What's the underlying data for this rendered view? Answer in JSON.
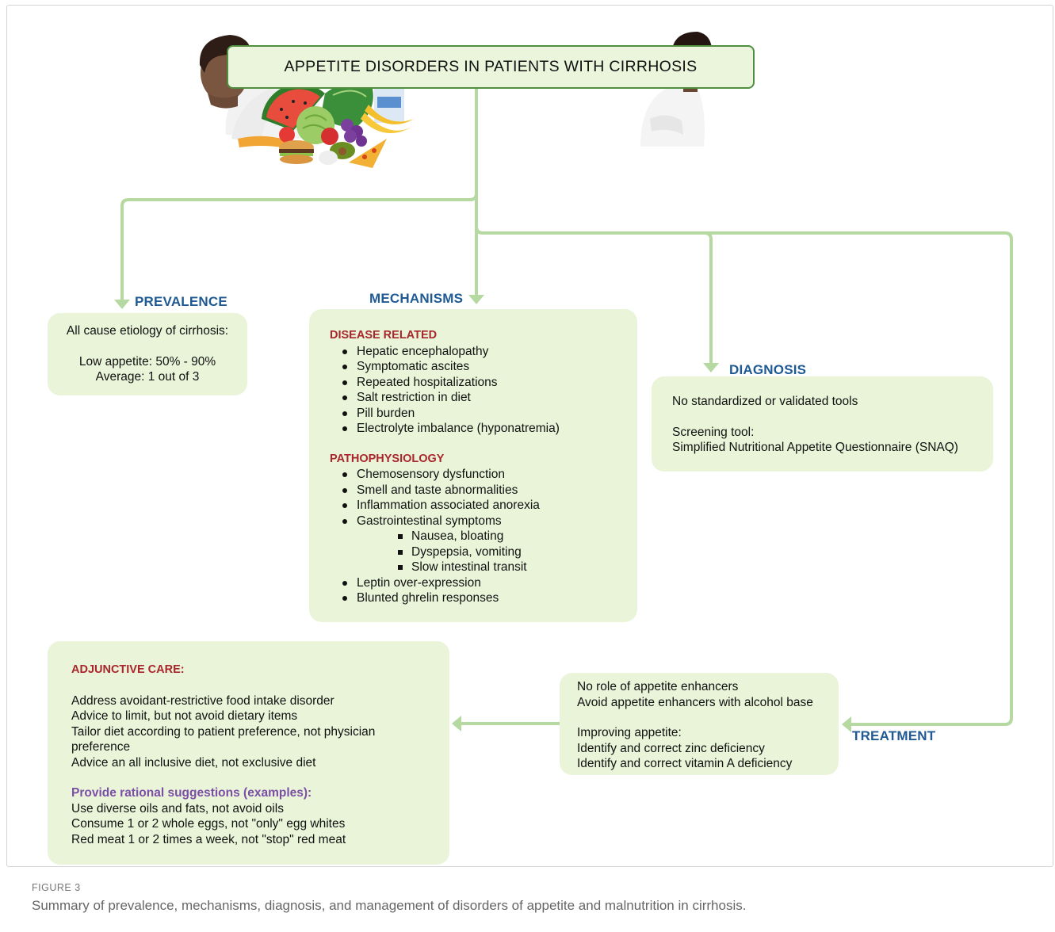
{
  "title": "APPETITE DISORDERS IN PATIENTS WITH CIRRHOSIS",
  "colors": {
    "box_fill": "#e9f4d9",
    "connector": "#b5d9a0",
    "heading": "#1f5a93",
    "subheading": "#a8262c",
    "purple": "#7b4fa6",
    "title_border": "#4f8f3f"
  },
  "prevalence": {
    "label": "PREVALENCE",
    "lines": [
      "All cause etiology of cirrhosis:",
      "Low appetite: 50% - 90%",
      "Average: 1 out of 3"
    ]
  },
  "mechanisms": {
    "label": "MECHANISMS",
    "disease_heading": "DISEASE RELATED",
    "disease_items": [
      "Hepatic encephalopathy",
      "Symptomatic ascites",
      "Repeated hospitalizations",
      "Salt restriction in diet",
      "Pill burden",
      "Electrolyte imbalance (hyponatremia)"
    ],
    "patho_heading": "PATHOPHYSIOLOGY",
    "patho_items": [
      "Chemosensory dysfunction",
      "Smell and taste abnormalities",
      "Inflammation associated anorexia",
      "Gastrointestinal symptoms"
    ],
    "gi_items": [
      "Nausea, bloating",
      "Dyspepsia, vomiting",
      "Slow intestinal transit"
    ],
    "patho_items_2": [
      "Leptin over-expression",
      "Blunted ghrelin responses"
    ]
  },
  "diagnosis": {
    "label": "DIAGNOSIS",
    "line1": "No standardized or validated tools",
    "line2": "Screening tool:",
    "line3": "Simplified Nutritional Appetite Questionnaire (SNAQ)"
  },
  "treatment": {
    "label": "TREATMENT",
    "lines_a": [
      "No role of appetite enhancers",
      "Avoid appetite enhancers with alcohol base"
    ],
    "lines_b": [
      "Improving appetite:",
      "Identify and correct  zinc deficiency",
      "Identify and correct vitamin A deficiency"
    ]
  },
  "adjunctive": {
    "heading": "ADJUNCTIVE CARE:",
    "lines": [
      "Address avoidant-restrictive food intake disorder",
      "Advice to limit, but not avoid dietary items",
      "Tailor diet according to patient preference, not physician preference",
      "Advice an all inclusive diet, not exclusive diet"
    ],
    "suggest_heading": "Provide rational suggestions (examples):",
    "suggest_lines": [
      "Use diverse oils and fats, not avoid oils",
      "Consume 1 or 2 whole eggs, not \"only\" egg whites",
      "Red meat 1 or 2 times a week, not \"stop\"  red meat"
    ]
  },
  "figure_label": "FIGURE 3",
  "caption": "Summary of prevalence, mechanisms, diagnosis, and management of disorders of appetite and malnutrition in cirrhosis."
}
